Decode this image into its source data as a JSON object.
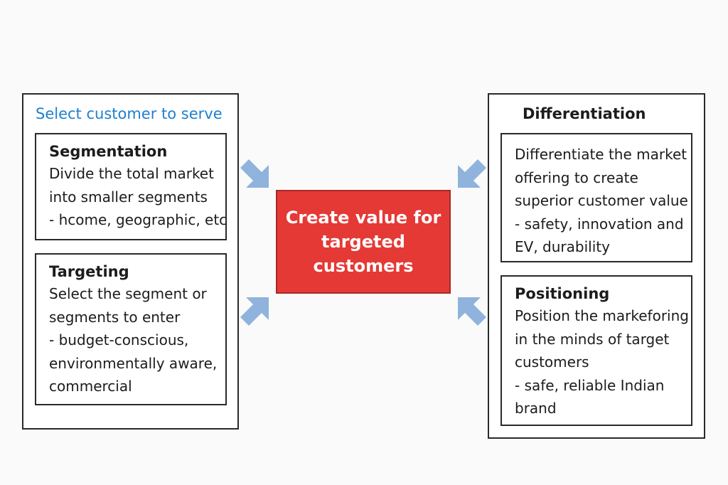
{
  "colors": {
    "center_fill": "#e53935",
    "left_title": "#1f7fd0",
    "arrow": "#8fb3dc",
    "border": "#2a2a2a"
  },
  "left_panel": {
    "title": "Select customer to serve",
    "segmentation": {
      "title": "Segmentation",
      "lines": [
        "Divide the total market",
        "into smaller segments",
        "- hcome, geographic, etc"
      ]
    },
    "targeting": {
      "title": "Targeting",
      "lines": [
        "Select the segment or",
        "segments to enter",
        "- budget-conscious,",
        "environmentally aware,",
        "commercial"
      ]
    }
  },
  "center": {
    "lines": [
      "Create value for",
      "targeted",
      "customers"
    ]
  },
  "right_panel": {
    "title": "Differentiation",
    "differentiation": {
      "lines": [
        "Differentiate the market",
        "offering to create",
        "superior customer value",
        "- safety, innovation and",
        "EV, durability"
      ]
    },
    "positioning": {
      "title": "Positioning",
      "lines": [
        "Position the markeforing",
        "in the minds of target",
        "customers",
        "- safe, reliable Indian",
        "brand"
      ]
    }
  },
  "arrows": [
    {
      "name": "arrow-top-left",
      "icon": "arrow-down-right-icon"
    },
    {
      "name": "arrow-bottom-left",
      "icon": "arrow-up-right-icon"
    },
    {
      "name": "arrow-top-right",
      "icon": "arrow-down-left-icon"
    },
    {
      "name": "arrow-bottom-right",
      "icon": "arrow-up-left-icon"
    }
  ]
}
